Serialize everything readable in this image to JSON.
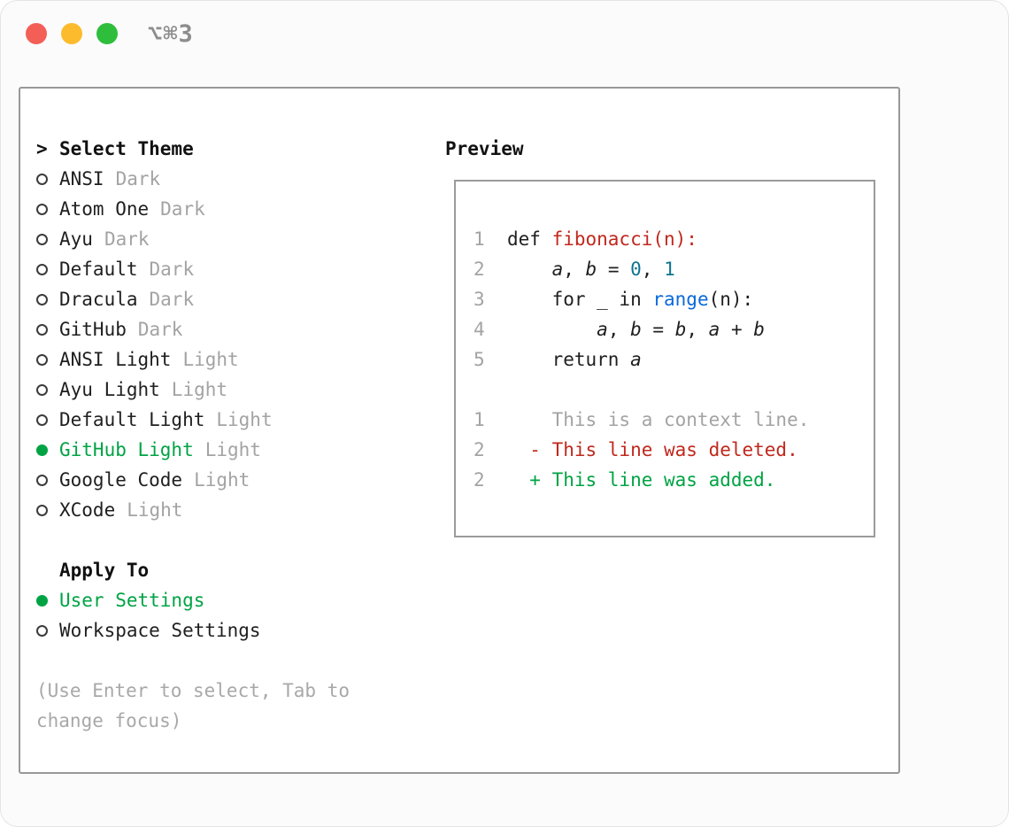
{
  "window": {
    "title": "⌥⌘3",
    "controls": [
      {
        "name": "close",
        "color": "#f35f57"
      },
      {
        "name": "minimize",
        "color": "#fcbb2d"
      },
      {
        "name": "zoom",
        "color": "#2ebe3c"
      }
    ]
  },
  "theme_selector": {
    "prompt": ">",
    "heading": "Select Theme",
    "items": [
      {
        "name": "ANSI",
        "variant": "Dark",
        "selected": false
      },
      {
        "name": "Atom One",
        "variant": "Dark",
        "selected": false
      },
      {
        "name": "Ayu",
        "variant": "Dark",
        "selected": false
      },
      {
        "name": "Default",
        "variant": "Dark",
        "selected": false
      },
      {
        "name": "Dracula",
        "variant": "Dark",
        "selected": false
      },
      {
        "name": "GitHub",
        "variant": "Dark",
        "selected": false
      },
      {
        "name": "ANSI Light",
        "variant": "Light",
        "selected": false
      },
      {
        "name": "Ayu Light",
        "variant": "Light",
        "selected": false
      },
      {
        "name": "Default Light",
        "variant": "Light",
        "selected": false
      },
      {
        "name": "GitHub Light",
        "variant": "Light",
        "selected": true
      },
      {
        "name": "Google Code",
        "variant": "Light",
        "selected": false
      },
      {
        "name": "XCode",
        "variant": "Light",
        "selected": false
      }
    ]
  },
  "apply_to": {
    "heading": "Apply To",
    "options": [
      {
        "label": "User Settings",
        "selected": true
      },
      {
        "label": "Workspace Settings",
        "selected": false
      }
    ]
  },
  "hint": {
    "lines": [
      "(Use Enter to select, Tab to",
      "change focus)"
    ]
  },
  "preview": {
    "heading": "Preview",
    "lines": [
      {
        "num": "1",
        "tokens": [
          {
            "t": "def ",
            "c": "plain"
          },
          {
            "t": "fibonacci(n):",
            "c": "red"
          }
        ]
      },
      {
        "num": "2",
        "tokens": [
          {
            "t": "    ",
            "c": "plain"
          },
          {
            "t": "a",
            "c": "var"
          },
          {
            "t": ", ",
            "c": "plain"
          },
          {
            "t": "b",
            "c": "var"
          },
          {
            "t": " = ",
            "c": "plain"
          },
          {
            "t": "0",
            "c": "teal"
          },
          {
            "t": ", ",
            "c": "plain"
          },
          {
            "t": "1",
            "c": "teal"
          }
        ]
      },
      {
        "num": "3",
        "tokens": [
          {
            "t": "    for _ in ",
            "c": "plain"
          },
          {
            "t": "range",
            "c": "blue"
          },
          {
            "t": "(n):",
            "c": "plain"
          }
        ]
      },
      {
        "num": "4",
        "tokens": [
          {
            "t": "        ",
            "c": "plain"
          },
          {
            "t": "a",
            "c": "var"
          },
          {
            "t": ", ",
            "c": "plain"
          },
          {
            "t": "b",
            "c": "var"
          },
          {
            "t": " = ",
            "c": "plain"
          },
          {
            "t": "b",
            "c": "var"
          },
          {
            "t": ", ",
            "c": "plain"
          },
          {
            "t": "a",
            "c": "var"
          },
          {
            "t": " + ",
            "c": "plain"
          },
          {
            "t": "b",
            "c": "var"
          }
        ]
      },
      {
        "num": "5",
        "tokens": [
          {
            "t": "    return ",
            "c": "plain"
          },
          {
            "t": "a",
            "c": "var"
          }
        ]
      },
      {
        "num": "",
        "tokens": []
      },
      {
        "num": "1",
        "tokens": [
          {
            "t": "    This is a context line.",
            "c": "gray"
          }
        ]
      },
      {
        "num": "2",
        "tokens": [
          {
            "t": "  - This line was deleted.",
            "c": "red"
          }
        ]
      },
      {
        "num": "2",
        "tokens": [
          {
            "t": "  + This line was added.",
            "c": "green"
          }
        ]
      }
    ]
  },
  "colors": {
    "accent_green": "#00a344",
    "code_red": "#c0281c",
    "code_teal": "#0e7490",
    "code_blue": "#0969da",
    "muted_gray": "#a3a3a3",
    "text_black": "#1f1f1f"
  }
}
